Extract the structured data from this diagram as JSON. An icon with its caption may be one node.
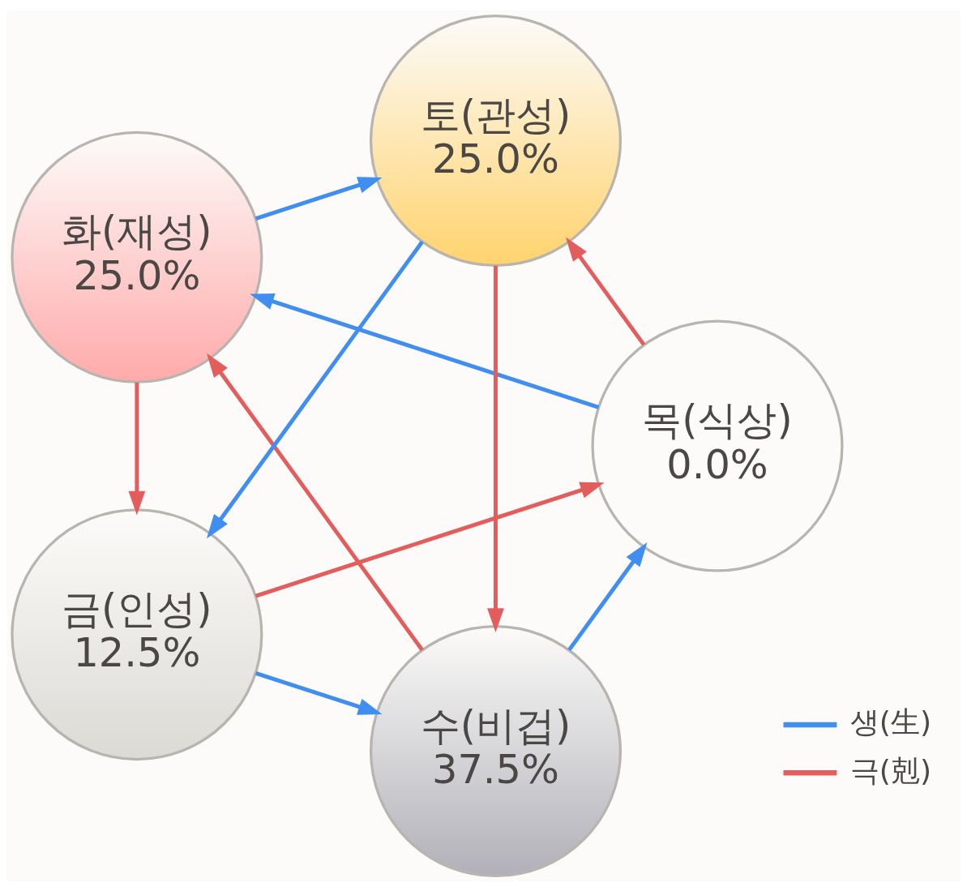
{
  "diagram": {
    "nodes": [
      {
        "text": [
          "수(비겁)",
          "37.5%"
        ]
      },
      {
        "text": [
          "금(인성)",
          "12.5%"
        ]
      },
      {
        "text": [
          "목(식상)",
          "0.0%"
        ]
      },
      {
        "text": [
          "토(관성)",
          "25.0%"
        ]
      },
      {
        "text": [
          "화(재성)",
          "25.0%"
        ]
      }
    ],
    "edges": [
      {
        "from": 1,
        "to": 0,
        "arrow": "to",
        "color": "#3f8ef0"
      },
      {
        "from": 0,
        "to": 2,
        "arrow": "to",
        "color": "#3f8ef0"
      },
      {
        "from": 2,
        "to": 4,
        "arrow": "to",
        "color": "#3f8ef0"
      },
      {
        "from": 4,
        "to": 3,
        "arrow": "to",
        "color": "#3f8ef0"
      },
      {
        "from": 3,
        "to": 1,
        "arrow": "to",
        "color": "#3f8ef0"
      },
      {
        "from": 0,
        "to": 4,
        "arrow": "to",
        "color": "#e35d5d"
      },
      {
        "from": 4,
        "to": 1,
        "arrow": "to",
        "color": "#e35d5d"
      },
      {
        "from": 1,
        "to": 2,
        "arrow": "to",
        "color": "#e35d5d"
      },
      {
        "from": 2,
        "to": 3,
        "arrow": "to",
        "color": "#e35d5d"
      },
      {
        "from": 3,
        "to": 0,
        "arrow": "to",
        "color": "#e35d5d"
      }
    ],
    "legend": [
      {
        "text": "생(生)"
      },
      {
        "text": "극(剋)"
      }
    ]
  }
}
